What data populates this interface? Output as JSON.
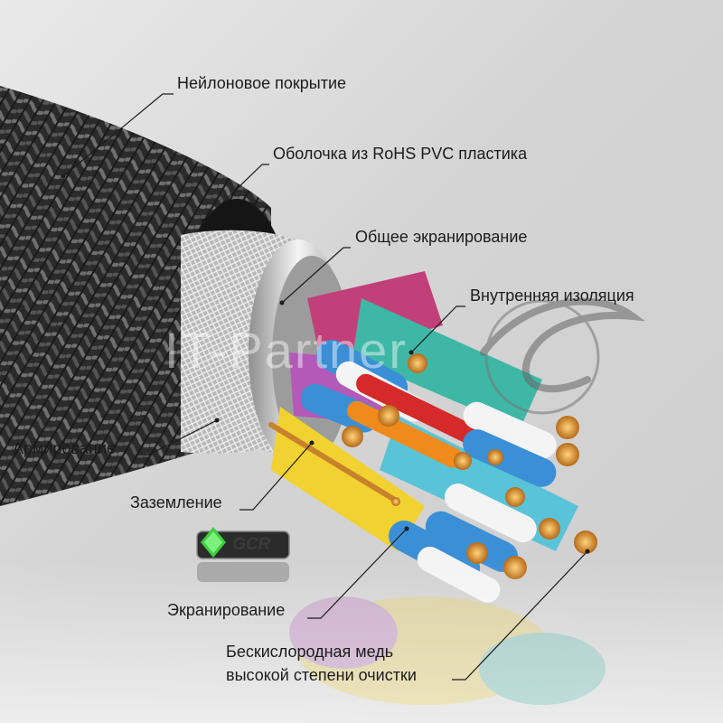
{
  "labels": {
    "nylon": "Нейлоновое покрытие",
    "sheath": "Оболочка из RoHS PVC пластика",
    "overall_shield": "Общее экранирование",
    "inner_insulation": "Внутренняя изоляция",
    "armoring": "Армирование",
    "grounding": "Заземление",
    "shielding": "Экранирование",
    "copper_line1": "Бескислородная медь",
    "copper_line2": "высокой степени очистки"
  },
  "watermark": "IT-Partner",
  "brand_logo": "GCR",
  "colors": {
    "background": "#dcdcdc",
    "braid": "#2a2a2a",
    "shield_foil": "#c8c8c8",
    "pink": "#c2407a",
    "purple": "#b35ab8",
    "teal": "#3fb7a6",
    "yellow": "#f2d230",
    "blue": "#3a8fd6",
    "red": "#d62a2a",
    "orange": "#f08a1c",
    "copper": "#d98a2c",
    "logo_green": "#3ecf3e"
  },
  "icons": [
    "gcr-logo-icon",
    "it-partner-swoosh-icon"
  ]
}
